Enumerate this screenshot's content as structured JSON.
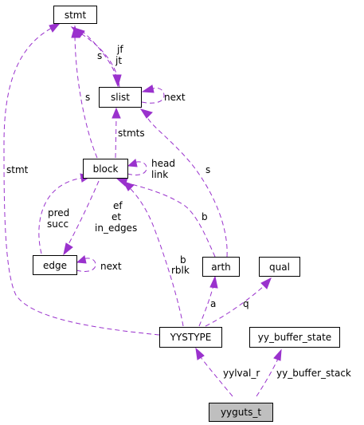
{
  "nodes": {
    "stmt": "stmt",
    "slist": "slist",
    "block": "block",
    "edge": "edge",
    "arth": "arth",
    "qual": "qual",
    "yystype": "YYSTYPE",
    "yy_buffer_state": "yy_buffer_state",
    "yyguts_t": "yyguts_t"
  },
  "edge_labels": {
    "slist_stmt_jf": "jf",
    "slist_stmt_jt": "jt",
    "stmt_slist_s": "s",
    "slist_self_next": "next",
    "block_stmt_s": "s",
    "block_slist_stmts": "stmts",
    "arth_slist_s": "s",
    "block_self_head": "head",
    "block_self_link": "link",
    "edge_block_pred": "pred",
    "edge_block_succ": "succ",
    "block_edge_ef": "ef",
    "block_edge_et": "et",
    "block_edge_in_edges": "in_edges",
    "arth_block_b": "b",
    "edge_self_next": "next",
    "yystype_block_b": "b",
    "yystype_block_rblk": "rblk",
    "yystype_stmt": "stmt",
    "yystype_arth_a": "a",
    "yystype_qual_q": "q",
    "yyguts_yystype": "yylval_r",
    "yyguts_buffer": "yy_buffer_stack"
  },
  "colors": {
    "edge": "#9a32cd",
    "node_border": "#000000",
    "highlight_fill": "#bfbfbf"
  }
}
